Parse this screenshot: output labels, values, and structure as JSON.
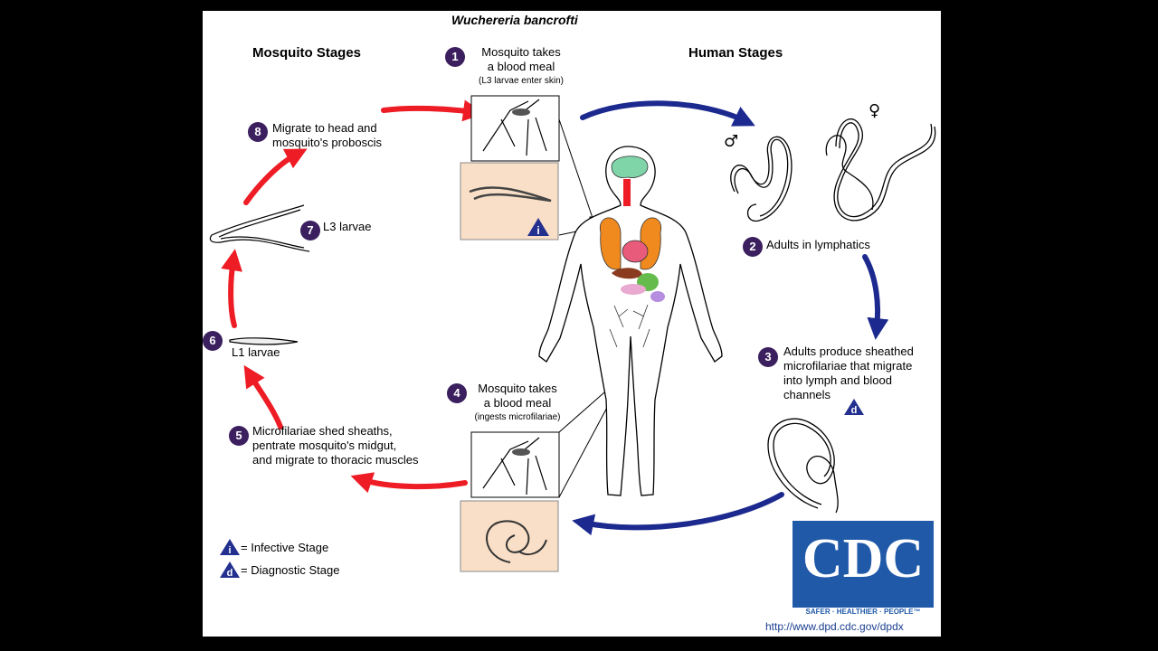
{
  "title": "Wuchereria bancrofti",
  "headers": {
    "mosquito": "Mosquito Stages",
    "human": "Human Stages"
  },
  "steps": [
    {
      "num": "1",
      "lines": [
        "Mosquito takes",
        "a blood meal"
      ],
      "note": "(L3 larvae enter skin)"
    },
    {
      "num": "2",
      "lines": [
        "Adults in lymphatics"
      ]
    },
    {
      "num": "3",
      "lines": [
        "Adults produce sheathed",
        "microfilariae that migrate",
        "into lymph and blood",
        "channels"
      ]
    },
    {
      "num": "4",
      "lines": [
        "Mosquito takes",
        "a blood meal"
      ],
      "note": "(ingests microfilariae)"
    },
    {
      "num": "5",
      "lines": [
        "Microfilariae shed sheaths,",
        "pentrate mosquito's midgut,",
        "and migrate to thoracic muscles"
      ]
    },
    {
      "num": "6",
      "lines": [
        "L1 larvae"
      ]
    },
    {
      "num": "7",
      "lines": [
        "L3 larvae"
      ]
    },
    {
      "num": "8",
      "lines": [
        "Migrate to head and",
        "mosquito's proboscis"
      ]
    }
  ],
  "legend": [
    {
      "symbol": "i",
      "text": "= Infective Stage"
    },
    {
      "symbol": "d",
      "text": "= Diagnostic Stage"
    }
  ],
  "sex_symbols": {
    "male": "♂",
    "female": "♀"
  },
  "logo": {
    "text": "CDC",
    "tagline": "SAFER · HEALTHIER · PEOPLE™"
  },
  "url": "http://www.dpd.cdc.gov/dpdx",
  "colors": {
    "mosquito_arrow": "#ee1c25",
    "human_arrow": "#1c2a8f",
    "step_badge": "#3b1f5e",
    "stage_triangle": "#23308f",
    "inset_bg": "#f9dfc7",
    "cdc_blue": "#1f59a8"
  }
}
